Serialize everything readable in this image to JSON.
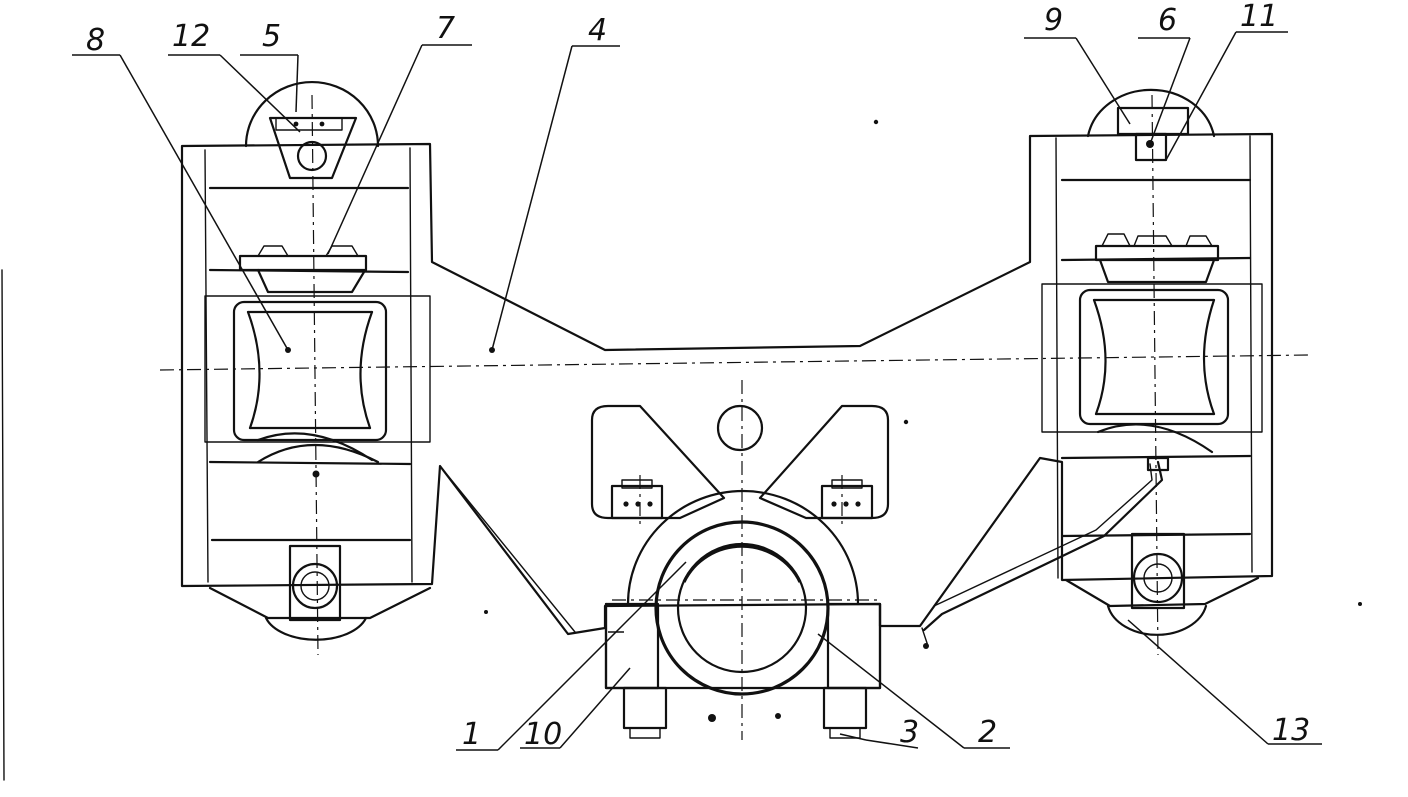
{
  "diagram": {
    "ink_color": "#111111",
    "paper_color": "#ffffff",
    "callouts": [
      {
        "id": "c1",
        "label": "1"
      },
      {
        "id": "c2",
        "label": "2"
      },
      {
        "id": "c3",
        "label": "3"
      },
      {
        "id": "c4",
        "label": "4"
      },
      {
        "id": "c5",
        "label": "5"
      },
      {
        "id": "c6",
        "label": "6"
      },
      {
        "id": "c7",
        "label": "7"
      },
      {
        "id": "c8",
        "label": "8"
      },
      {
        "id": "c9",
        "label": "9"
      },
      {
        "id": "c10",
        "label": "10"
      },
      {
        "id": "c11",
        "label": "11"
      },
      {
        "id": "c12",
        "label": "12"
      },
      {
        "id": "c13",
        "label": "13"
      }
    ]
  }
}
